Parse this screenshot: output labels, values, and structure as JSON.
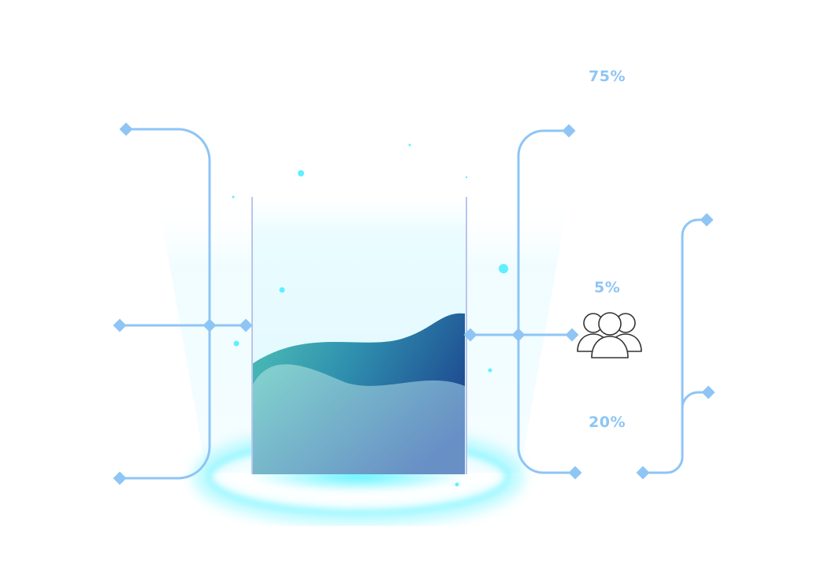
{
  "labels": {
    "top": "75%",
    "middle": "5%",
    "bottom": "20%"
  },
  "icons": {
    "group": "group-users-icon"
  },
  "colors": {
    "connector": "#8ec5f5",
    "glow": "#4ff3ff",
    "beaker_bg": "#e6fbff",
    "wave_dark": "#1f5a9a",
    "wave_teal": "#3fbcb8",
    "wave_light": "#7fd0cf",
    "icon_stroke": "#333333"
  }
}
